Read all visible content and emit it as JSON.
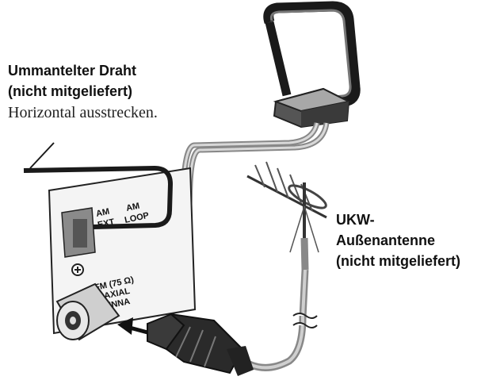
{
  "labels": {
    "wire_line1": "Ummantelter Draht",
    "wire_line2": "(nicht mitgeliefert)",
    "wire_note": "Horizontal ausstrecken.",
    "fm_line1": "UKW-",
    "fm_line2": "Außenantenne",
    "fm_line3": "(nicht mitgeliefert)"
  },
  "panel": {
    "am": "AM",
    "ext": "EXT",
    "am2": "AM",
    "loop": "LOOP",
    "fm": "FM (75 Ω)",
    "coaxial": "COAXIAL",
    "antenna": "ANTENNA"
  }
}
